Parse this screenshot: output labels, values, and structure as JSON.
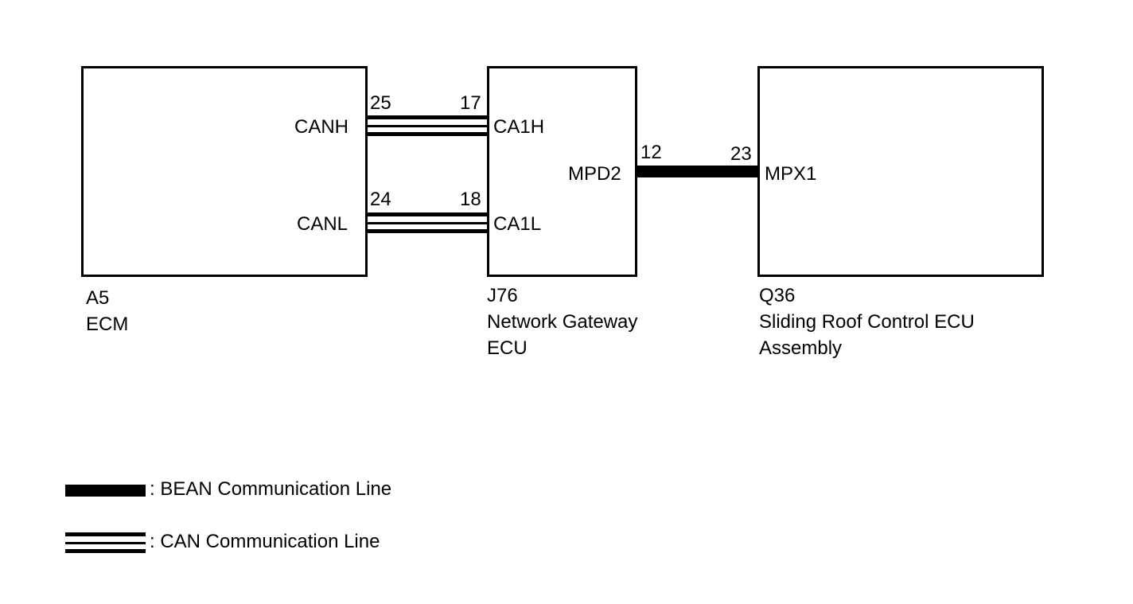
{
  "components": {
    "ecm": {
      "code": "A5",
      "name_lines": [
        "ECM"
      ],
      "pins": {
        "canh": {
          "label": "CANH",
          "number": "25"
        },
        "canl": {
          "label": "CANL",
          "number": "24"
        }
      }
    },
    "gateway": {
      "code": "J76",
      "name_lines": [
        "Network Gateway",
        "ECU"
      ],
      "pins": {
        "ca1h": {
          "label": "CA1H",
          "number": "17"
        },
        "ca1l": {
          "label": "CA1L",
          "number": "18"
        },
        "mpd2": {
          "label": "MPD2",
          "number": "12"
        }
      }
    },
    "sliding_roof": {
      "code": "Q36",
      "name_lines": [
        "Sliding Roof Control ECU",
        "Assembly"
      ],
      "pins": {
        "mpx1": {
          "label": "MPX1",
          "number": "23"
        }
      }
    }
  },
  "legend": {
    "bean": ": BEAN Communication Line",
    "can": ": CAN Communication Line"
  },
  "colors": {
    "line": "#000000",
    "background": "#ffffff"
  }
}
